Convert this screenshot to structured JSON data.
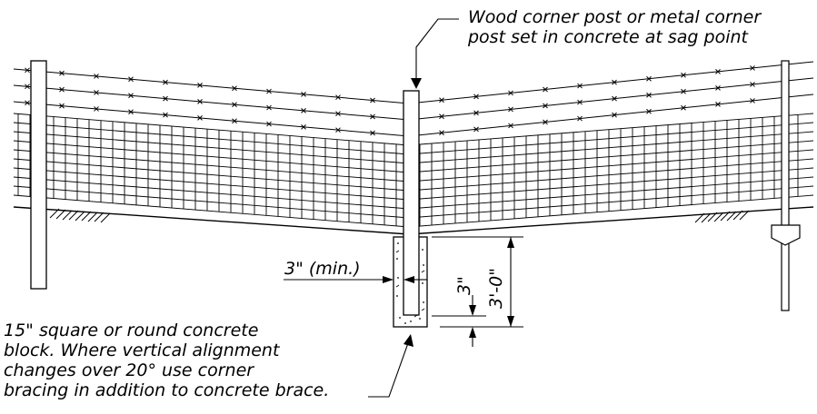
{
  "callouts": {
    "post_line1": "Wood corner post or metal corner",
    "post_line2": "post set in concrete at sag point",
    "block_line1": "15\" square or round concrete",
    "block_line2": "block.  Where vertical alignment",
    "block_line3": "changes over 20° use corner",
    "block_line4": "bracing in addition to concrete brace."
  },
  "dimensions": {
    "min_clearance": "3\" (min.)",
    "bottom_cover": "3\"",
    "embed_depth": "3'-0\""
  }
}
